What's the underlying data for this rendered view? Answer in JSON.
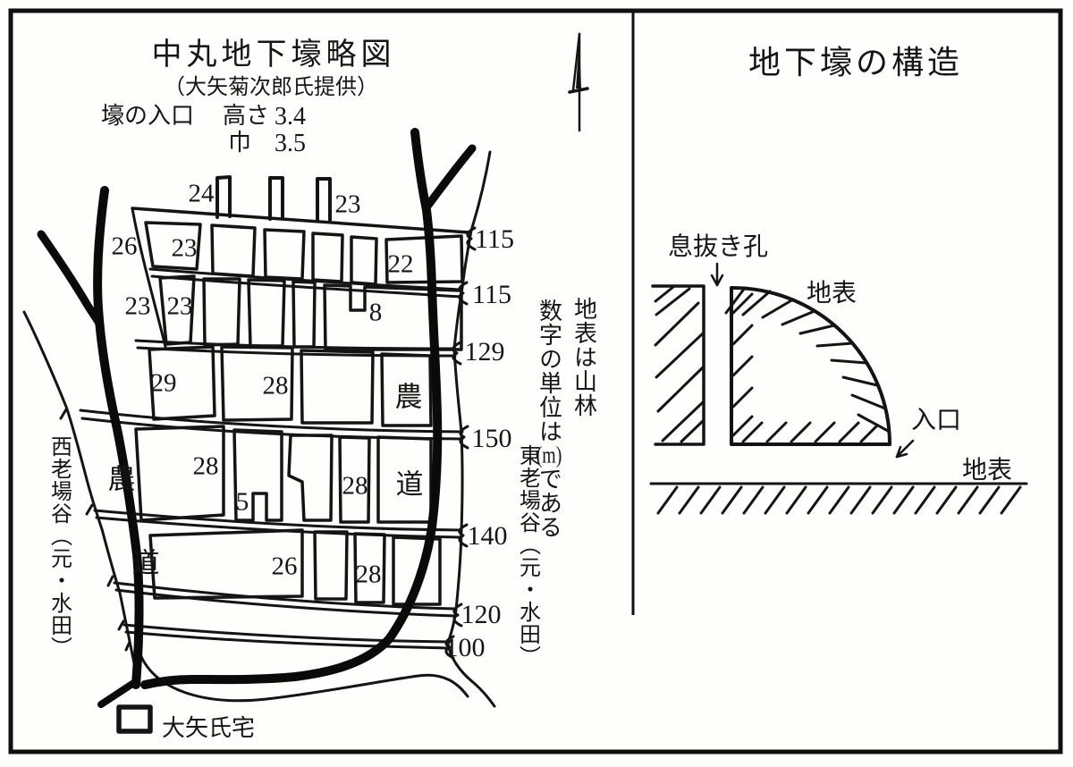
{
  "left_panel": {
    "title": "中丸地下壕略図",
    "subtitle": "（大矢菊次郎氏提供）",
    "entrance": {
      "label": "壕の入口",
      "height_label": "高さ",
      "height_value": "3.4",
      "width_label": "巾",
      "width_value": "3.5"
    },
    "notes": {
      "surface": "地表は山林",
      "unit_prefix": "数字の単位は",
      "unit_m": "(m)",
      "unit_suffix": "である"
    },
    "west_valley": "西老場谷（元・水田）",
    "east_valley": "東老場谷（元・水田）",
    "house": "大矢氏宅",
    "farm_road": {
      "nou": "農",
      "dou": "道"
    },
    "numbers": {
      "top_left": "24",
      "top_right": "23",
      "outside_left_upper": "26",
      "outside_left_lower": "23",
      "row1_block1": "23",
      "row1_block6": "22",
      "row2_block1": "23",
      "row2_notch": "8",
      "row3_block1": "29",
      "row3_block2": "28",
      "row4_block1": "28",
      "row4_notch": "5",
      "row4_block4": "28",
      "row5_block1": "26",
      "row5_block3": "28"
    },
    "measurements": [
      "115",
      "115",
      "129",
      "150",
      "140",
      "120",
      "100"
    ]
  },
  "right_panel": {
    "title": "地下壕の構造",
    "labels": {
      "vent_hole": "息抜き孔",
      "surface_upper": "地表",
      "entrance": "入口",
      "surface_lower": "地表"
    }
  }
}
